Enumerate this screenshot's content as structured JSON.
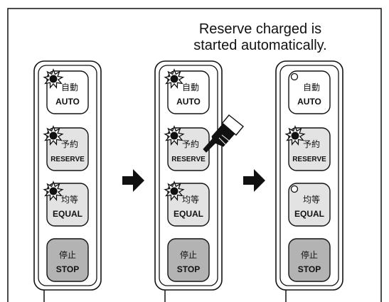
{
  "caption": {
    "line1": "Reserve charged is",
    "line2": "started automatically."
  },
  "colors": {
    "button_white": "#ffffff",
    "button_gray": "#e3e3e3",
    "button_stop": "#b3b3b3",
    "stroke": "#111111"
  },
  "panels": [
    {
      "buttons": [
        {
          "id": "auto",
          "jp": "自動",
          "en": "AUTO",
          "state": "flashing",
          "pressed": false
        },
        {
          "id": "reserve",
          "jp": "予約",
          "en": "RESERVE",
          "state": "flashing",
          "pressed": false
        },
        {
          "id": "equal",
          "jp": "均等",
          "en": "EQUAL",
          "state": "flashing",
          "pressed": false
        },
        {
          "id": "stop",
          "jp": "停止",
          "en": "STOP",
          "state": "none",
          "pressed": false
        }
      ]
    },
    {
      "buttons": [
        {
          "id": "auto",
          "jp": "自動",
          "en": "AUTO",
          "state": "flashing",
          "pressed": false
        },
        {
          "id": "reserve",
          "jp": "予約",
          "en": "RESERVE",
          "state": "flashing",
          "pressed": true
        },
        {
          "id": "equal",
          "jp": "均等",
          "en": "EQUAL",
          "state": "flashing",
          "pressed": false
        },
        {
          "id": "stop",
          "jp": "停止",
          "en": "STOP",
          "state": "none",
          "pressed": false
        }
      ]
    },
    {
      "buttons": [
        {
          "id": "auto",
          "jp": "自動",
          "en": "AUTO",
          "state": "off",
          "pressed": false
        },
        {
          "id": "reserve",
          "jp": "予約",
          "en": "RESERVE",
          "state": "flashing",
          "pressed": false
        },
        {
          "id": "equal",
          "jp": "均等",
          "en": "EQUAL",
          "state": "off",
          "pressed": false
        },
        {
          "id": "stop",
          "jp": "停止",
          "en": "STOP",
          "state": "none",
          "pressed": false
        }
      ]
    }
  ]
}
